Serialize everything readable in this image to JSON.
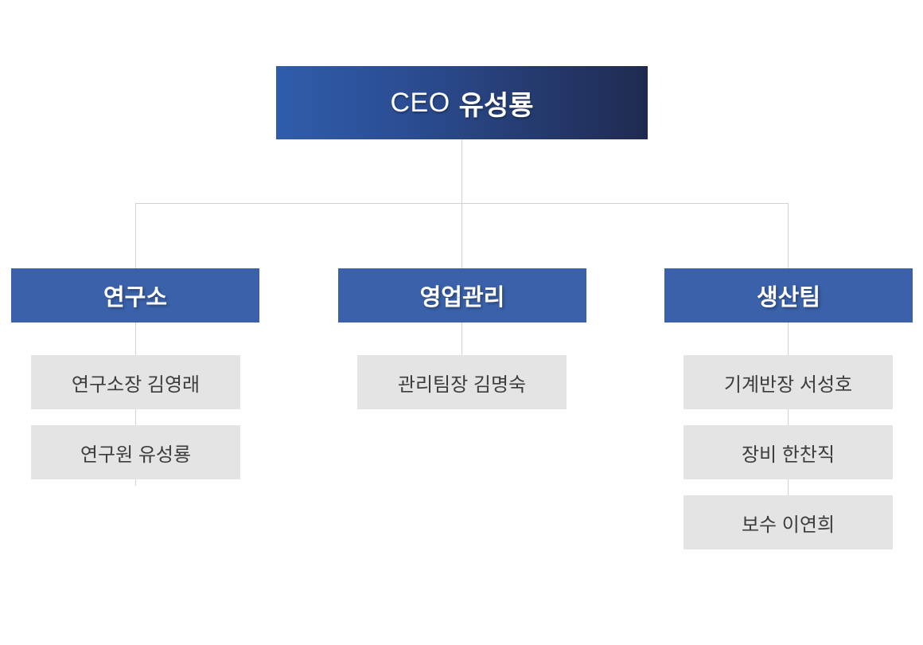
{
  "page": {
    "background": "#ffffff",
    "type": "organization-chart"
  },
  "colors": {
    "ceo_gradient_left": "#2f5dab",
    "ceo_gradient_right": "#202a50",
    "dept_header_bg": "#3a61a9",
    "dept_header_text": "#ffffff",
    "member_bg": "#e4e4e4",
    "member_text": "#3c3c3c",
    "connector_line": "#d2d2d2"
  },
  "org": {
    "ceo": {
      "title": "CEO",
      "name": "유성룡"
    },
    "departments": [
      {
        "label": "연구소",
        "members": [
          "연구소장 김영래",
          "연구원 유성룡"
        ]
      },
      {
        "label": "영업관리",
        "members": [
          "관리팀장 김명숙"
        ]
      },
      {
        "label": "생산팀",
        "members": [
          "기계반장 서성호",
          "장비 한찬직",
          "보수 이연희"
        ]
      }
    ]
  }
}
